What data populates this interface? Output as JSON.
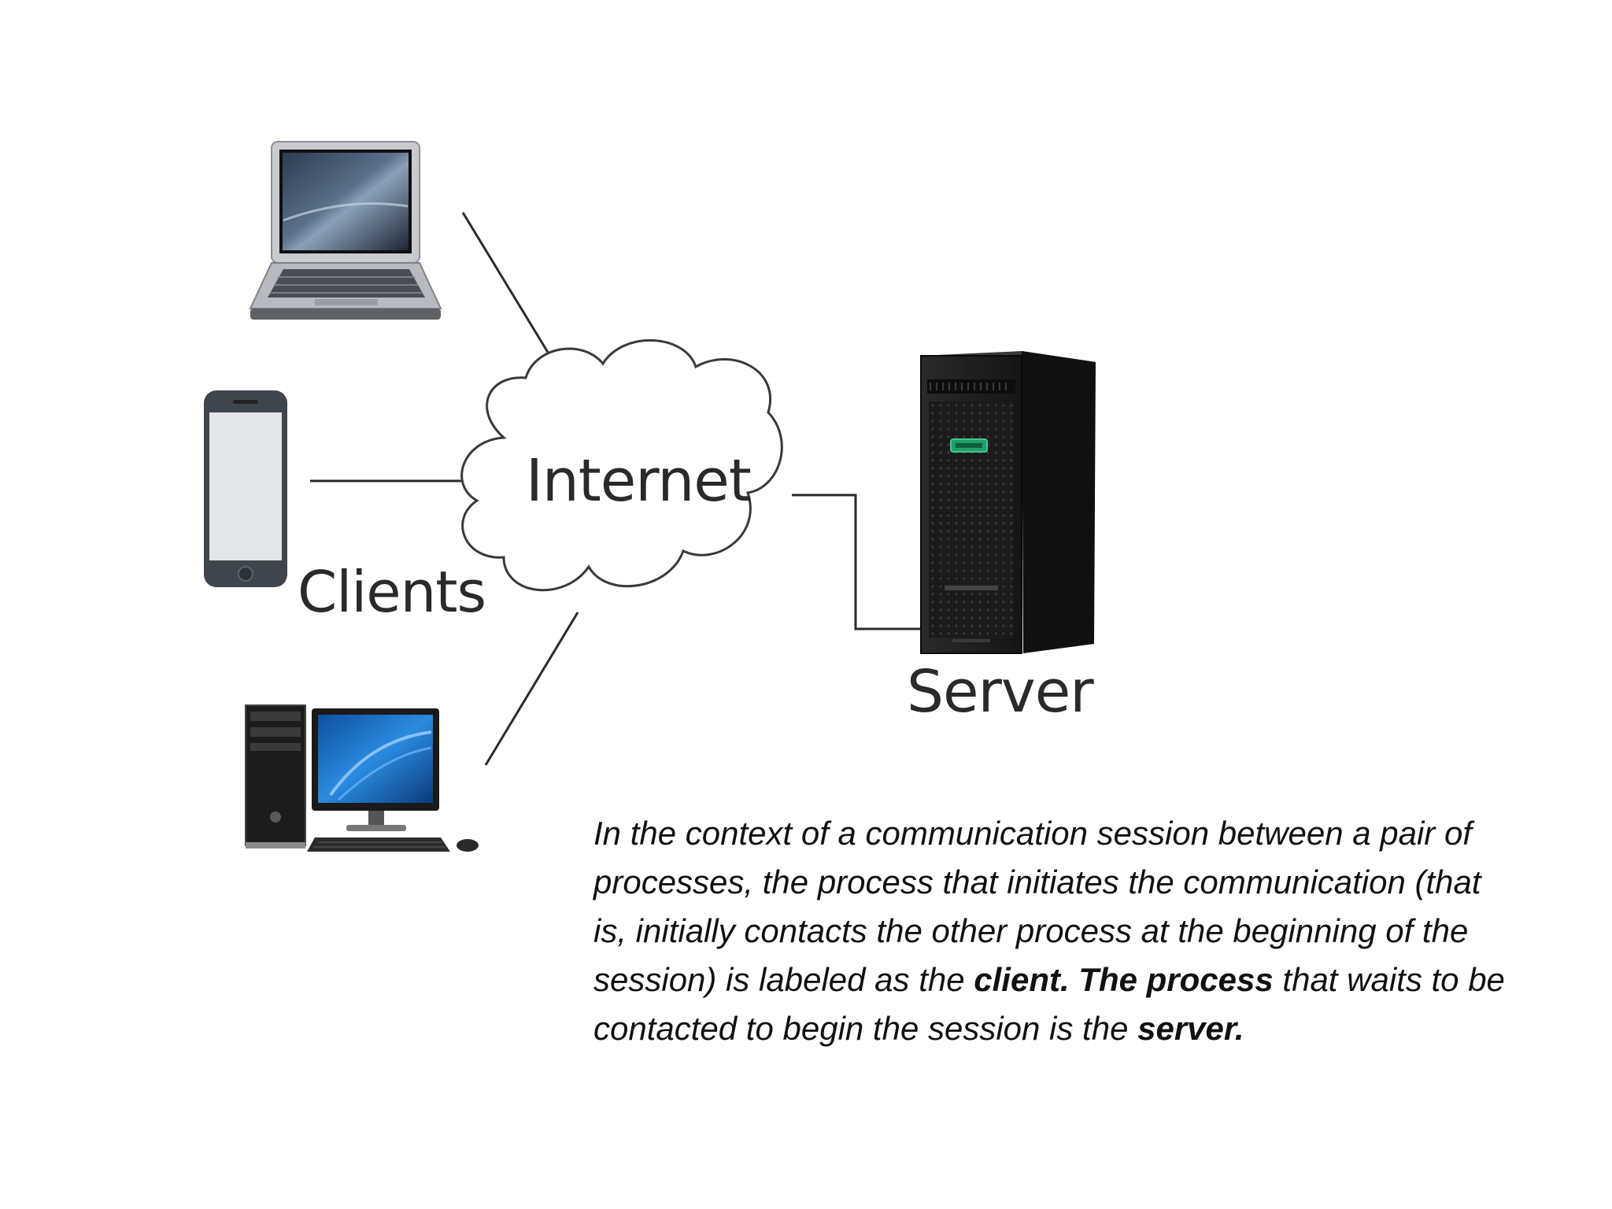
{
  "diagram": {
    "cloud_label": "Internet",
    "clients_label": "Clients",
    "server_label": "Server",
    "nodes": [
      {
        "name": "laptop",
        "icon": "laptop-icon",
        "role": "client"
      },
      {
        "name": "smartphone",
        "icon": "smartphone-icon",
        "role": "client"
      },
      {
        "name": "desktop",
        "icon": "desktop-computer-icon",
        "role": "client"
      },
      {
        "name": "tower server",
        "icon": "tower-server-icon",
        "role": "server"
      }
    ],
    "colors": {
      "connector": "#2b2b2b",
      "server_body": "#1e1e1e",
      "server_accent": "#1f9e6a",
      "monitor_screen": "#1b73c9"
    }
  },
  "caption": {
    "part1": "In the context of a communication session between a pair of processes, the process that initiates the communication (that is, initially contacts the other process at the beginning of the session) is labeled as the ",
    "bold1": "client. The process",
    "part2": " that waits to be contacted to begin the session is the ",
    "bold2": "server."
  }
}
